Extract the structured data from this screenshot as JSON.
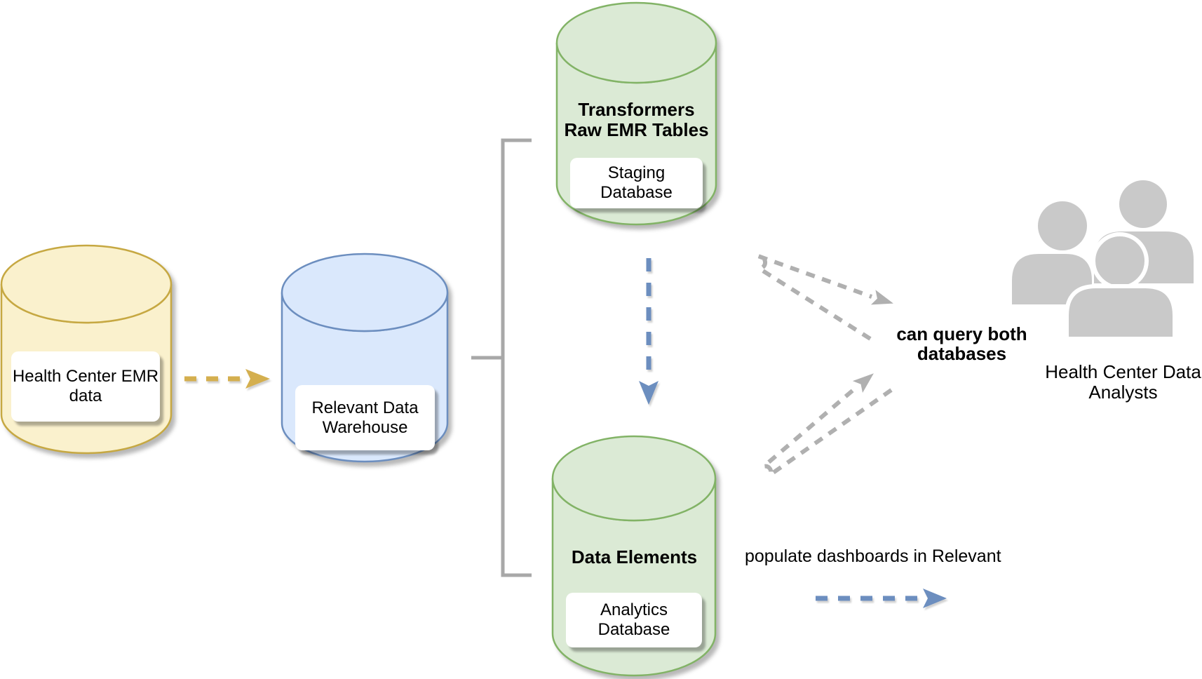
{
  "colors": {
    "yellowFill": "#FAF1CD",
    "yellowStroke": "#C6A842",
    "yellowArrow": "#D4AF4F",
    "blueFill": "#DAE8FC",
    "blueStroke": "#6C8EBF",
    "blueArrow": "#6C8EBF",
    "greenFill": "#DBEAD5",
    "greenStroke": "#82B366",
    "gray": "#A8A8A8",
    "grayArrow": "#B0B0B0",
    "people": "#C9C9C9",
    "text": "#000000"
  },
  "icons": {
    "analysts": "people-group-icon"
  },
  "nodes": {
    "emr": {
      "label": "Health Center EMR\ndata"
    },
    "warehouse": {
      "label": "Relevant Data\nWarehouse"
    },
    "staging": {
      "title": "Transformers\nRaw EMR Tables",
      "label": "Staging Database"
    },
    "analytics": {
      "title": "Data Elements",
      "label": "Analytics Database"
    }
  },
  "annotations": {
    "query_note": "can query both\ndatabases",
    "analysts_label": "Health Center Data\nAnalysts",
    "populate_note": "populate dashboards in Relevant"
  }
}
